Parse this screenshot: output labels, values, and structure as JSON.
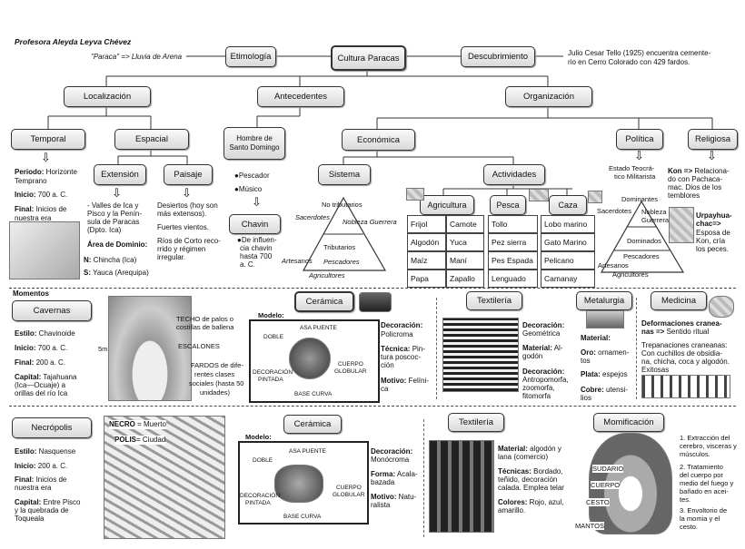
{
  "author": "Profesora Aleyda Leyva Chévez",
  "etimologia": {
    "label": "Etimología",
    "text": "\"Paraca\" => Lluvia de Arena"
  },
  "center": "Cultura Paracas",
  "descubrimiento": {
    "label": "Descubrimiento",
    "text1": "Julio Cesar Tello (1925) encuentra cemente-",
    "text2": "rio en Cerro Colorado con 429 fardos."
  },
  "localizacion": "Localización",
  "antecedentes": {
    "label": "Antecedentes",
    "hombre": "Hombre de",
    "hombre2": "Santo Domingo",
    "pescador": "●Pescador",
    "musico": "●Músico",
    "chavin": "Chavin",
    "chavin_text1": "●De influen-",
    "chavin_text2": "cia chavin",
    "chavin_text3": "hasta 700",
    "chavin_text4": "a. C."
  },
  "organizacion": "Organización",
  "temporal": {
    "label": "Temporal",
    "periodo_k": "Periodo:",
    "periodo_v": " Horizonte",
    "periodo_v2": "Temprano",
    "inicio_k": "Inicio:",
    "inicio_v": " 700 a. C.",
    "final_k": "Final:",
    "final_v": " Inicios de",
    "final_v2": "nuestra era"
  },
  "espacial": {
    "label": "Espacial",
    "extension": {
      "label": "Extensión",
      "l1": "- Valles de Ica y",
      "l2": "Pisco y la Penín-",
      "l3": "sula de Paracas",
      "l4": "(Dpto. Ica)",
      "area": "Área de Dominio:",
      "n_k": "N:",
      "n_v": " Chincha (Ica)",
      "s_k": "S:",
      "s_v": " Yauca (Arequipa)"
    },
    "paisaje": {
      "label": "Paisaje",
      "l1": "Desiertos (hoy son",
      "l2": "más extensos).",
      "l3": "Fuertes vientos.",
      "l4": "Ríos de Corto reco-",
      "l5": "rrido y régimen",
      "l6": "irregular."
    }
  },
  "economica": {
    "label": "Económica",
    "sistema": "Sistema",
    "actividades": "Actividades",
    "pyr_top": "No tributarios",
    "pyr_sac": "Sacerdotes",
    "pyr_nob": "Nobleza Guerrera",
    "pyr_trib": "Tributarios",
    "pyr_pesc": "Pescadores",
    "pyr_art": "Artesanos",
    "pyr_agr": "Agricultores",
    "agricultura": {
      "label": "Agricultura",
      "items": [
        "Frijol",
        "Camote",
        "Algodón",
        "Yuca",
        "Maíz",
        "Maní",
        "Papa",
        "Zapallo"
      ]
    },
    "pesca": {
      "label": "Pesca",
      "items": [
        "Tollo",
        "Pez sierra",
        "Pes Espada",
        "Lenguado"
      ]
    },
    "caza": {
      "label": "Caza",
      "items": [
        "Lobo marino",
        "Gato Marino",
        "Pelicano",
        "Camanay"
      ]
    }
  },
  "politica": {
    "label": "Política",
    "t1": "Estado Teocrá-",
    "t2": "tico Militarista",
    "dominantes": "Dominantes",
    "sac": "Sacerdotes",
    "nob": "Nobleza",
    "nob2": "Guerrera",
    "dominados": "Dominados",
    "pesc": "Pescadores",
    "art": "Artesanos",
    "agr": "Agricultores"
  },
  "religiosa": {
    "label": "Religiosa",
    "kon_k": "Kon =>",
    "kon_v": " Relaciona-",
    "kon_v2": "do con Pachaca-",
    "kon_v3": "mac. Dios de los",
    "kon_v4": "temblores",
    "urp_k": "Urpayhua-",
    "urp_k2": "chac=>",
    "urp_v": "Esposa de",
    "urp_v2": "Kon, cría",
    "urp_v3": "los peces."
  },
  "momentos": "Momentos",
  "cavernas": {
    "label": "Cavernas",
    "estilo_k": "Estilo:",
    "estilo_v": " Chavinoide",
    "inicio_k": "Inicio:",
    "inicio_v": " 700 a. C.",
    "final_k": "Final:",
    "final_v": " 200 a. C.",
    "capital_k": "Capital:",
    "capital_v": " Tajahuana",
    "capital_v2": "(Ica—Ocuaje) a",
    "capital_v3": "orillas del río Ica",
    "img_techo": "TECHO de palos o",
    "img_techo2": "costillas de ballena",
    "img_esc": "ESCALONES",
    "img_fardos": "FARDOS de dife-",
    "img_fardos2": "rentes clases",
    "img_fardos3": "sociales (hasta 50",
    "img_fardos4": "unidades)",
    "img_5m": "5m"
  },
  "ceramica1": {
    "label": "Cerámica",
    "modelo": "Modelo:",
    "asa": "ASA PUENTE",
    "doble": "DOBLE",
    "cuerpo": "CUERPO",
    "globular": "GLOBULAR",
    "dec_pin": "DECORACIÓN",
    "pintada": "PINTADA",
    "base": "BASE CURVA",
    "dec_k": "Decoración:",
    "dec_v": "Policroma",
    "tec_k": "Técnica:",
    "tec_v": " Pin-",
    "tec_v2": "tura poscoc-",
    "tec_v3": "ción",
    "mot_k": "Motivo:",
    "mot_v": " Felíni-",
    "mot_v2": "ca"
  },
  "textileria1": {
    "label": "Textilería",
    "dec_k": "Decoración:",
    "dec_v": "Geométrica",
    "mat_k": "Material:",
    "mat_v": " Al-",
    "mat_v2": "godón",
    "dec2_k": "Decoración:",
    "dec2_v": "Antropomorfa,",
    "dec2_v2": "zoomorfa,",
    "dec2_v3": "fitomorfa"
  },
  "metalurgia": {
    "label": "Metalurgia",
    "mat": "Material:",
    "oro_k": "Oro:",
    "oro_v": " ornamen-",
    "oro_v2": "tos",
    "plata_k": "Plata:",
    "plata_v": " espejos",
    "cobre_k": "Cobre:",
    "cobre_v": " utensi-",
    "cobre_v2": "lios"
  },
  "medicina": {
    "label": "Medicina",
    "def_k": "Deformaciones cranea-",
    "def_k2": "nas =>",
    "def_v": " Sentido ritual",
    "trep1": "Trepanaciones craneanas:",
    "trep2": "Con cuchillos de obsidia-",
    "trep3": "na, chicha, coca y algodón.",
    "trep4": "Exitosas"
  },
  "necropolis": {
    "label": "Necrópolis",
    "estilo_k": "Estilo:",
    "estilo_v": " Nasquense",
    "inicio_k": "Inicio:",
    "inicio_v": " 200 a. C.",
    "final_k": "Final:",
    "final_v": " Inicios de",
    "final_v2": "nuestra era",
    "capital_k": "Capital:",
    "capital_v": " Entre Pisco",
    "capital_v2": "y la quebrada de",
    "capital_v3": "Toqueala",
    "necro_k": "NECRO",
    "necro_v": " = Muerto",
    "polis_k": "POLIS",
    "polis_v": "= Ciudad"
  },
  "ceramica2": {
    "label": "Cerámica",
    "modelo": "Modelo:",
    "asa": "ASA PUENTE",
    "doble": "DOBLE",
    "cuerpo": "CUERPO",
    "globular": "GLOBULAR",
    "dec_pin": "DECORACIÓN",
    "pintada": "PINTADA",
    "base": "BASE CURVA",
    "dec_k": "Decoración:",
    "dec_v": "Monócroma",
    "forma_k": "Forma:",
    "forma_v": " Acala-",
    "forma_v2": "bazada",
    "mot_k": "Motivo:",
    "mot_v": " Natu-",
    "mot_v2": "ralista"
  },
  "textileria2": {
    "label": "Textilería",
    "mat_k": "Material:",
    "mat_v": " algodón y",
    "mat_v2": "lana (comercio)",
    "tec_k": "Técnicas:",
    "tec_v": " Bordado,",
    "tec_v2": "teñido, decoración",
    "tec_v3": "calada. Emplea telar",
    "col_k": "Colores:",
    "col_v": " Rojo, azul,",
    "col_v2": "amarillo."
  },
  "momificacion": {
    "label": "Momificación",
    "sudario": "SUDARIO",
    "cuerpo": "CUERPO",
    "cesto": "CESTO",
    "mantos": "MANTOS",
    "s1": "1. Extracción del",
    "s1b": "cerebro, visceras y",
    "s1c": "músculos.",
    "s2": "2. Tratamiento",
    "s2b": "del cuerpo por",
    "s2c": "medio del fuego y",
    "s2d": "bañado en acei-",
    "s2e": "tes.",
    "s3": "3. Envoltorio de",
    "s3b": "la momia y el",
    "s3c": "cesto."
  }
}
